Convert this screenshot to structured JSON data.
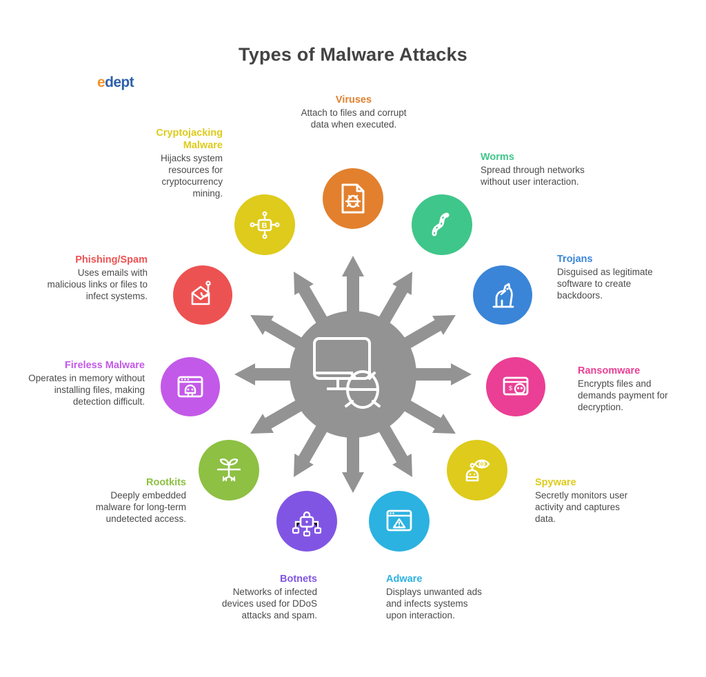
{
  "page": {
    "title": "Types of Malware Attacks",
    "background": "#ffffff"
  },
  "logo": {
    "mark": "e",
    "word": "dept",
    "mark_color": "#F0922B",
    "word_color": "#2E5FA8"
  },
  "hub": {
    "name": "malware-attack-hub",
    "color": "#939393",
    "icon": "computer-bug-icon",
    "arrow_count": 12
  },
  "nodes": [
    {
      "id": "viruses",
      "title": "Viruses",
      "desc": "Attach to files and corrupt data when executed.",
      "color": "#E2802E",
      "icon": "file-bug-icon",
      "align": "center"
    },
    {
      "id": "worms",
      "title": "Worms",
      "desc": "Spread through networks without user interaction.",
      "color": "#3FC68A",
      "icon": "worm-icon",
      "align": "left"
    },
    {
      "id": "trojans",
      "title": "Trojans",
      "desc": "Disguised as legitimate software to create backdoors.",
      "color": "#3A85D8",
      "icon": "trojan-horse-icon",
      "align": "left"
    },
    {
      "id": "ransomware",
      "title": "Ransomware",
      "desc": "Encrypts files and demands payment for decryption.",
      "color": "#EA3F94",
      "icon": "ransom-money-skull-icon",
      "align": "left"
    },
    {
      "id": "spyware",
      "title": "Spyware",
      "desc": "Secretly monitors user activity and captures data.",
      "color": "#DECB1C",
      "icon": "eye-spy-icon",
      "align": "left"
    },
    {
      "id": "adware",
      "title": "Adware",
      "desc": "Displays unwanted ads and infects systems upon interaction.",
      "color": "#2BB2E0",
      "icon": "ad-browser-warning-icon",
      "align": "left"
    },
    {
      "id": "botnets",
      "title": "Botnets",
      "desc": "Networks of infected devices used for DDoS attacks and spam.",
      "color": "#8155E3",
      "icon": "bot-network-lock-icon",
      "align": "right"
    },
    {
      "id": "rootkits",
      "title": "Rootkits",
      "desc": "Deeply embedded malware for long-term undetected access.",
      "color": "#8DC043",
      "icon": "plant-roots-icon",
      "align": "right"
    },
    {
      "id": "fireless-malware",
      "title": "Fireless Malware",
      "desc": "Operates in memory without installing files, making detection difficult.",
      "color": "#C359E8",
      "icon": "browser-skull-icon",
      "align": "right"
    },
    {
      "id": "phishing-spam",
      "title": "Phishing/Spam",
      "desc": "Uses emails with malicious links or files to infect systems.",
      "color": "#ED5252",
      "icon": "phishing-hook-mail-icon",
      "align": "right"
    },
    {
      "id": "cryptojacking-malware",
      "title": "Cryptojacking Malware",
      "desc": "Hijacks system resources for cryptocurrency mining.",
      "color": "#DECB1C",
      "icon": "bitcoin-network-icon",
      "align": "right"
    }
  ]
}
